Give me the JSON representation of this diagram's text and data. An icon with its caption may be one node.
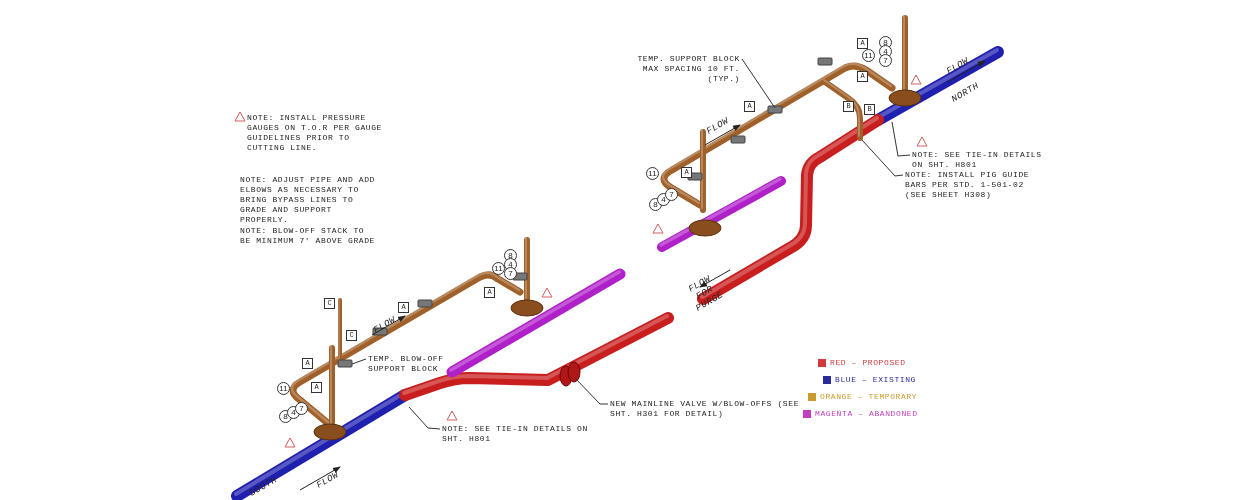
{
  "diagram": {
    "nodes": [
      {
        "text": [
          "TEMP. BLOW-OFF SUPPORT BLOCK"
        ]
      },
      {
        "text": [
          "NOTE: SEE TIE-IN DETAILS ON SHT. H801"
        ]
      },
      {
        "text": [
          "NEW MAINLINE VALVE W/BLOW-OFFS (SEE SHT. H301 FOR DETAIL)"
        ]
      },
      {
        "text": [
          "TEMP. SUPPORT BLOCK MAX SPACING 10 FT. (TYP.)"
        ]
      },
      {
        "text": [
          "NOTE: SEE TIE-IN DETAILS ON SHT. H801"
        ]
      },
      {
        "text": [
          "NOTE: INSTALL PIG GUIDE BARS PER STD. 1-501-02 (SEE SHEET H308)"
        ]
      }
    ],
    "edges": [
      {
        "from": 0,
        "to": null,
        "arrow": "none"
      },
      {
        "from": 1,
        "to": null,
        "arrow": "none"
      },
      {
        "from": 2,
        "to": null,
        "arrow": "none"
      },
      {
        "from": 3,
        "to": null,
        "arrow": "none"
      },
      {
        "from": 4,
        "to": null,
        "arrow": "none"
      },
      {
        "from": 5,
        "to": null,
        "arrow": "none"
      }
    ],
    "labels": [
      "NOTE: INSTALL PRESSURE GAUGES ON T.O.R PER GAUGE GUIDELINES PRIOR TO CUTTING LINE.",
      "NOTE: ADJUST PIPE AND ADD ELBOWS AS NECESSARY TO BRING BYPASS LINES TO GRADE AND SUPPORT PROPERLY.",
      "NOTE: BLOW-OFF STACK TO BE MINIMUM 7' ABOVE GRADE",
      "A",
      "11",
      "8",
      "4",
      "7",
      "A",
      "B",
      "B",
      "FLOW",
      "NORTH",
      "A",
      "FLOW",
      "11",
      "A",
      "8",
      "4",
      "7",
      "FLOW FOR PURGE",
      "8",
      "4",
      "7",
      "11",
      "A",
      "C",
      "C",
      "A",
      "FLOW",
      "A",
      "11",
      "A",
      "8",
      "4",
      "7",
      "FLOW",
      "SOUTH"
    ],
    "legend": [
      {
        "text": "RED – PROPOSED",
        "color": "#d03a3a"
      },
      {
        "text": "BLUE – EXISTING",
        "color": "#2b2b9c"
      },
      {
        "text": "ORANGE – TEMPORARY",
        "color": "#c99a2e"
      },
      {
        "text": "MAGENTA – ABANDONED",
        "color": "#c03ec0"
      }
    ]
  }
}
